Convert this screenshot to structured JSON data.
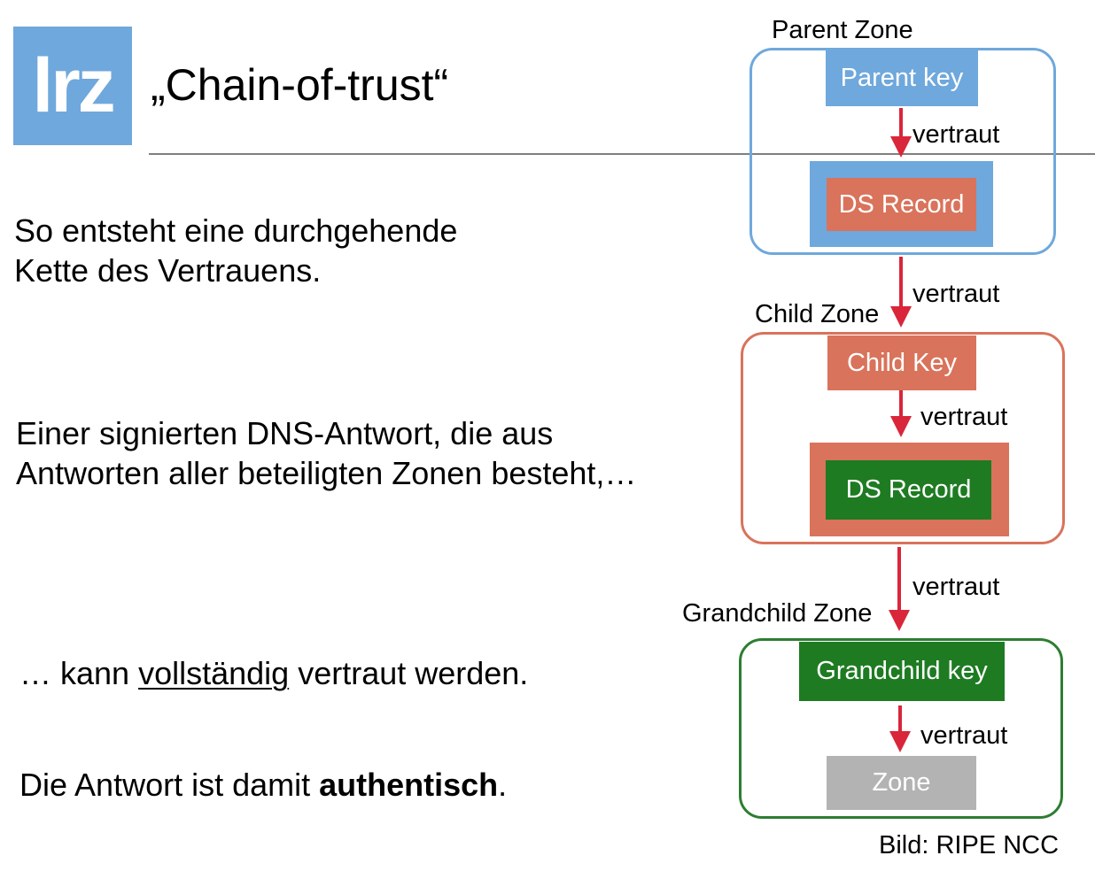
{
  "logo": {
    "text": "lrz",
    "color": "#6fa8dc"
  },
  "title": "„Chain-of-trust“",
  "body": {
    "line1a": "So entsteht eine durchgehende",
    "line1b": "Kette des Vertrauens.",
    "line2a": "Einer signierten DNS-Antwort, die aus",
    "line2b": "Antworten aller beteiligten Zonen besteht,…",
    "line3_pre": "… kann ",
    "line3_underlined": "vollständig",
    "line3_post": " vertraut werden.",
    "line4_pre": "Die Antwort ist damit ",
    "line4_bold": "authentisch",
    "line4_post": "."
  },
  "diagram": {
    "parent_zone": {
      "label": "Parent Zone",
      "key": "Parent key",
      "record": "DS Record",
      "trust": "vertraut"
    },
    "link1": "vertraut",
    "child_zone": {
      "label": "Child Zone",
      "key": "Child Key",
      "record": "DS Record",
      "trust": "vertraut"
    },
    "link2": "vertraut",
    "grandchild_zone": {
      "label": "Grandchild Zone",
      "key": "Grandchild key",
      "zone": "Zone",
      "trust": "vertraut"
    },
    "colors": {
      "blue": "#6fa8dc",
      "orange": "#d9735b",
      "green": "#1e7b22",
      "gray": "#b3b3b3",
      "arrow": "#d9263a"
    }
  },
  "credit": "Bild: RIPE NCC"
}
